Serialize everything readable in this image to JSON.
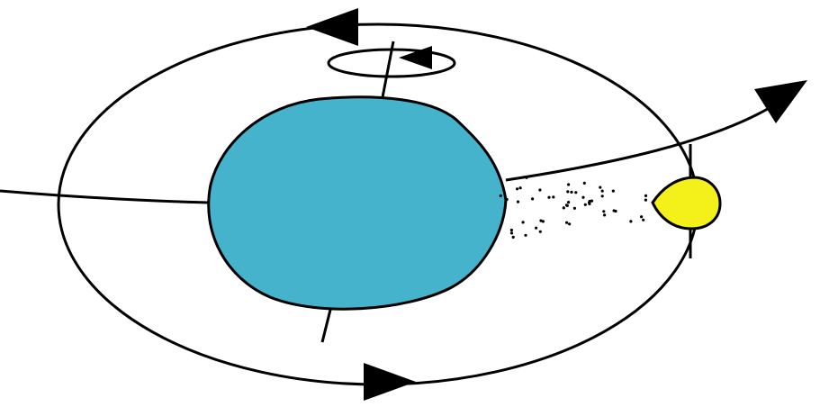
{
  "diagram": {
    "elements": {
      "orbit": "orbit-ellipse",
      "primary_body": "primary-body",
      "companion_body": "companion-body",
      "mass_stream": "mass-transfer-stream",
      "rotation_indicator": "rotation-indicator"
    },
    "colors": {
      "primary_fill": "#46b3cd",
      "companion_fill": "#f3f01a",
      "stroke": "#000000",
      "background": "#ffffff"
    },
    "arrows": {
      "orbit_top_direction": "left",
      "orbit_bottom_direction": "right",
      "ejected_stream_direction": "right",
      "spin_direction": "counterclockwise"
    },
    "stream_particle_count": 50
  }
}
